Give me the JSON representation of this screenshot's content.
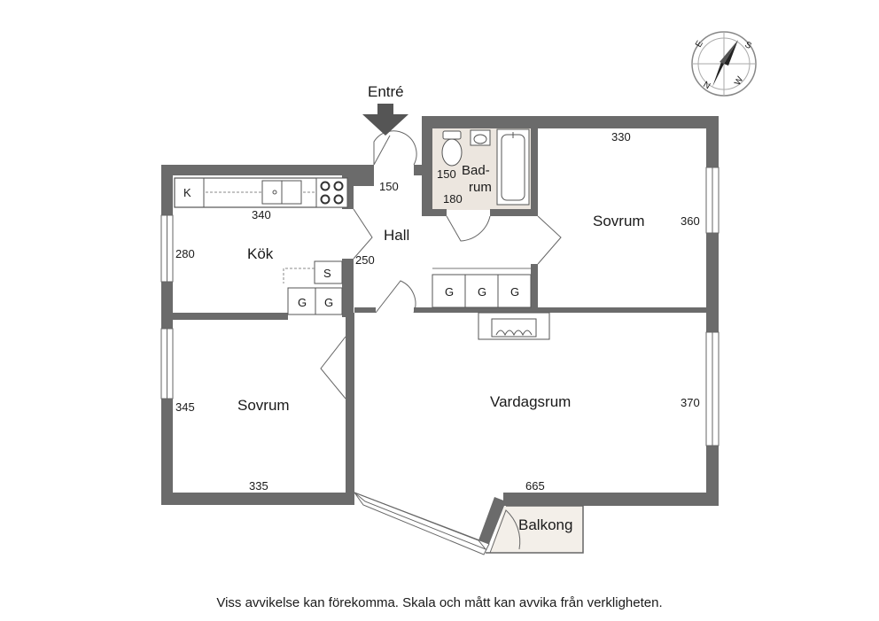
{
  "entrance": {
    "label": "Entré"
  },
  "rooms": {
    "kitchen": "Kök",
    "hall": "Hall",
    "bathroom_line1": "Bad-",
    "bathroom_line2": "rum",
    "bedroom_upper": "Sovrum",
    "bedroom_lower": "Sovrum",
    "living_room": "Vardagsrum",
    "balcony": "Balkong"
  },
  "dimensions": {
    "hall_top": "150",
    "kitchen_width": "340",
    "kitchen_depth": "280",
    "hall_side": "250",
    "bath_a": "150",
    "bath_b": "180",
    "bedroom_upper_width": "330",
    "bedroom_upper_depth": "360",
    "bedroom_lower_depth": "345",
    "bedroom_lower_width": "335",
    "living_width": "665",
    "living_depth": "370"
  },
  "appliances": {
    "fridge": "K",
    "freezer_s": "S",
    "kitchen_wardrobes": [
      "G",
      "G"
    ],
    "hall_wardrobes": [
      "G",
      "G",
      "G"
    ]
  },
  "compass": {
    "n": "N",
    "e": "E",
    "s": "S",
    "w": "W"
  },
  "disclaimer": "Viss avvikelse kan förekomma. Skala och mått kan avvika från verkligheten."
}
